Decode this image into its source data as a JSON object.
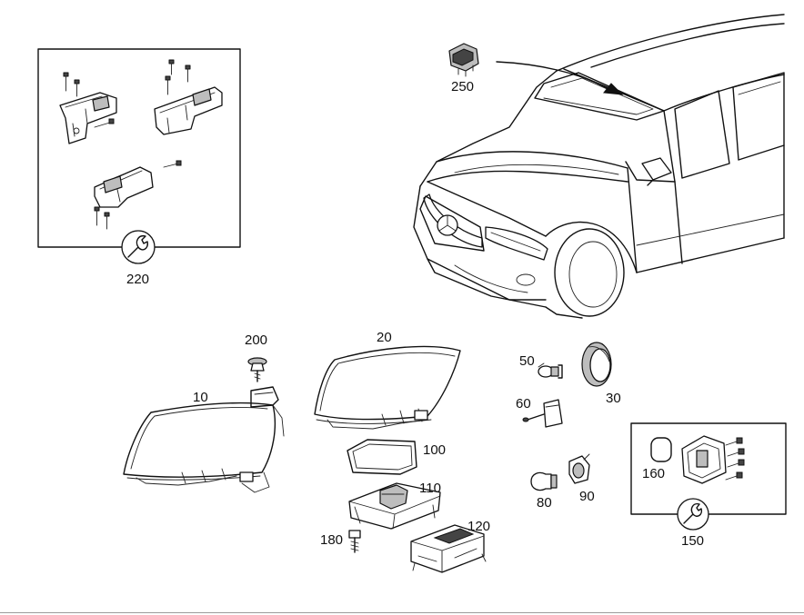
{
  "parts": [
    {
      "id": "p10",
      "number": "10"
    },
    {
      "id": "p20",
      "number": "20"
    },
    {
      "id": "p30",
      "number": "30"
    },
    {
      "id": "p50",
      "number": "50"
    },
    {
      "id": "p60",
      "number": "60"
    },
    {
      "id": "p80",
      "number": "80"
    },
    {
      "id": "p90",
      "number": "90"
    },
    {
      "id": "p100",
      "number": "100"
    },
    {
      "id": "p110",
      "number": "110"
    },
    {
      "id": "p120",
      "number": "120"
    },
    {
      "id": "p150",
      "number": "150"
    },
    {
      "id": "p160",
      "number": "160"
    },
    {
      "id": "p180",
      "number": "180"
    },
    {
      "id": "p200",
      "number": "200"
    },
    {
      "id": "p220",
      "number": "220"
    },
    {
      "id": "p250",
      "number": "250"
    }
  ],
  "icons": {
    "repair_kit": "wrench-icon",
    "vehicle": "car-outline"
  }
}
